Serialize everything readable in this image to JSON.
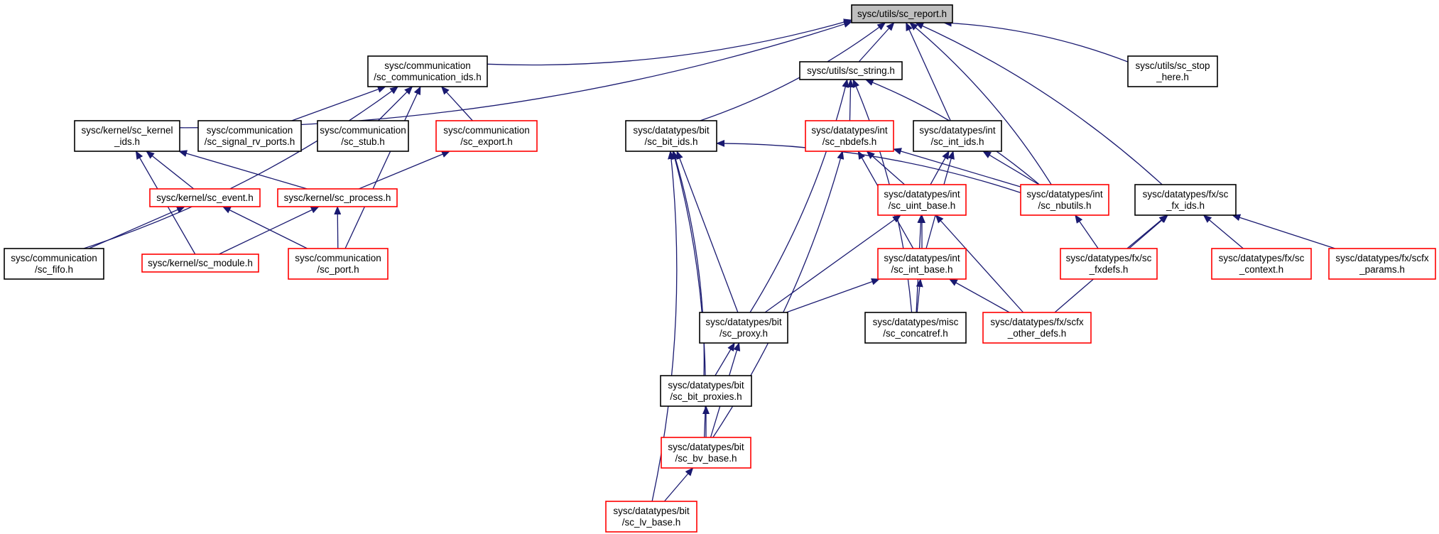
{
  "colors": {
    "root_fill": "#bfbfbf",
    "node_fill": "#ffffff",
    "border_normal": "#000000",
    "border_red": "#ff0000",
    "edge": "#191970"
  },
  "nodes": [
    {
      "id": "sc_report",
      "lines": [
        "sysc/utils/sc_report.h"
      ],
      "style": "root"
    },
    {
      "id": "sc_communication_ids",
      "lines": [
        "sysc/communication",
        "/sc_communication_ids.h"
      ],
      "style": "black"
    },
    {
      "id": "sc_string",
      "lines": [
        "sysc/utils/sc_string.h"
      ],
      "style": "black"
    },
    {
      "id": "sc_stop_here",
      "lines": [
        "sysc/utils/sc_stop",
        "_here.h"
      ],
      "style": "black"
    },
    {
      "id": "sc_kernel_ids",
      "lines": [
        "sysc/kernel/sc_kernel",
        "_ids.h"
      ],
      "style": "black"
    },
    {
      "id": "sc_signal_rv_ports",
      "lines": [
        "sysc/communication",
        "/sc_signal_rv_ports.h"
      ],
      "style": "black"
    },
    {
      "id": "sc_stub",
      "lines": [
        "sysc/communication",
        "/sc_stub.h"
      ],
      "style": "black"
    },
    {
      "id": "sc_export",
      "lines": [
        "sysc/communication",
        "/sc_export.h"
      ],
      "style": "red"
    },
    {
      "id": "sc_bit_ids",
      "lines": [
        "sysc/datatypes/bit",
        "/sc_bit_ids.h"
      ],
      "style": "black"
    },
    {
      "id": "sc_nbdefs",
      "lines": [
        "sysc/datatypes/int",
        "/sc_nbdefs.h"
      ],
      "style": "red"
    },
    {
      "id": "sc_int_ids",
      "lines": [
        "sysc/datatypes/int",
        "/sc_int_ids.h"
      ],
      "style": "black"
    },
    {
      "id": "sc_fx_ids",
      "lines": [
        "sysc/datatypes/fx/sc",
        "_fx_ids.h"
      ],
      "style": "black"
    },
    {
      "id": "sc_event",
      "lines": [
        "sysc/kernel/sc_event.h"
      ],
      "style": "red"
    },
    {
      "id": "sc_process",
      "lines": [
        "sysc/kernel/sc_process.h"
      ],
      "style": "red"
    },
    {
      "id": "sc_uint_base",
      "lines": [
        "sysc/datatypes/int",
        "/sc_uint_base.h"
      ],
      "style": "red"
    },
    {
      "id": "sc_nbutils",
      "lines": [
        "sysc/datatypes/int",
        "/sc_nbutils.h"
      ],
      "style": "red"
    },
    {
      "id": "sc_fifo",
      "lines": [
        "sysc/communication",
        "/sc_fifo.h"
      ],
      "style": "black"
    },
    {
      "id": "sc_module",
      "lines": [
        "sysc/kernel/sc_module.h"
      ],
      "style": "red"
    },
    {
      "id": "sc_port",
      "lines": [
        "sysc/communication",
        "/sc_port.h"
      ],
      "style": "red"
    },
    {
      "id": "sc_int_base",
      "lines": [
        "sysc/datatypes/int",
        "/sc_int_base.h"
      ],
      "style": "red"
    },
    {
      "id": "sc_fxdefs",
      "lines": [
        "sysc/datatypes/fx/sc",
        "_fxdefs.h"
      ],
      "style": "red"
    },
    {
      "id": "sc_context",
      "lines": [
        "sysc/datatypes/fx/sc",
        "_context.h"
      ],
      "style": "red"
    },
    {
      "id": "scfx_params",
      "lines": [
        "sysc/datatypes/fx/scfx",
        "_params.h"
      ],
      "style": "red"
    },
    {
      "id": "sc_proxy",
      "lines": [
        "sysc/datatypes/bit",
        "/sc_proxy.h"
      ],
      "style": "black"
    },
    {
      "id": "sc_concatref",
      "lines": [
        "sysc/datatypes/misc",
        "/sc_concatref.h"
      ],
      "style": "black"
    },
    {
      "id": "scfx_other_defs",
      "lines": [
        "sysc/datatypes/fx/scfx",
        "_other_defs.h"
      ],
      "style": "red"
    },
    {
      "id": "sc_bit_proxies",
      "lines": [
        "sysc/datatypes/bit",
        "/sc_bit_proxies.h"
      ],
      "style": "black"
    },
    {
      "id": "sc_bv_base",
      "lines": [
        "sysc/datatypes/bit",
        "/sc_bv_base.h"
      ],
      "style": "red"
    },
    {
      "id": "sc_lv_base",
      "lines": [
        "sysc/datatypes/bit",
        "/sc_lv_base.h"
      ],
      "style": "red"
    }
  ],
  "edges": [
    [
      "sc_communication_ids",
      "sc_report"
    ],
    [
      "sc_string",
      "sc_report"
    ],
    [
      "sc_stop_here",
      "sc_report"
    ],
    [
      "sc_kernel_ids",
      "sc_report"
    ],
    [
      "sc_bit_ids",
      "sc_report"
    ],
    [
      "sc_int_ids",
      "sc_report"
    ],
    [
      "sc_fx_ids",
      "sc_report"
    ],
    [
      "sc_nbutils",
      "sc_report"
    ],
    [
      "sc_signal_rv_ports",
      "sc_communication_ids"
    ],
    [
      "sc_stub",
      "sc_communication_ids"
    ],
    [
      "sc_export",
      "sc_communication_ids"
    ],
    [
      "sc_fifo",
      "sc_communication_ids"
    ],
    [
      "sc_port",
      "sc_communication_ids"
    ],
    [
      "sc_event",
      "sc_kernel_ids"
    ],
    [
      "sc_process",
      "sc_kernel_ids"
    ],
    [
      "sc_module",
      "sc_kernel_ids"
    ],
    [
      "sc_process",
      "sc_export"
    ],
    [
      "sc_fifo",
      "sc_event"
    ],
    [
      "sc_port",
      "sc_event"
    ],
    [
      "sc_module",
      "sc_process"
    ],
    [
      "sc_port",
      "sc_process"
    ],
    [
      "sc_nbdefs",
      "sc_string"
    ],
    [
      "sc_nbutils",
      "sc_string"
    ],
    [
      "sc_proxy",
      "sc_string"
    ],
    [
      "sc_concatref",
      "sc_string"
    ],
    [
      "sc_nbutils",
      "sc_bit_ids"
    ],
    [
      "sc_proxy",
      "sc_bit_ids"
    ],
    [
      "sc_bit_proxies",
      "sc_bit_ids"
    ],
    [
      "sc_bv_base",
      "sc_bit_ids"
    ],
    [
      "sc_lv_base",
      "sc_bit_ids"
    ],
    [
      "sc_uint_base",
      "sc_nbdefs"
    ],
    [
      "sc_nbutils",
      "sc_nbdefs"
    ],
    [
      "sc_int_base",
      "sc_nbdefs"
    ],
    [
      "sc_bv_base",
      "sc_nbdefs"
    ],
    [
      "sc_uint_base",
      "sc_int_ids"
    ],
    [
      "sc_nbutils",
      "sc_int_ids"
    ],
    [
      "sc_int_base",
      "sc_int_ids"
    ],
    [
      "sc_int_base",
      "sc_uint_base"
    ],
    [
      "sc_proxy",
      "sc_uint_base"
    ],
    [
      "sc_concatref",
      "sc_uint_base"
    ],
    [
      "scfx_other_defs",
      "sc_uint_base"
    ],
    [
      "sc_proxy",
      "sc_int_base"
    ],
    [
      "sc_concatref",
      "sc_int_base"
    ],
    [
      "scfx_other_defs",
      "sc_int_base"
    ],
    [
      "sc_fxdefs",
      "sc_nbutils"
    ],
    [
      "sc_fxdefs",
      "sc_fx_ids"
    ],
    [
      "sc_context",
      "sc_fx_ids"
    ],
    [
      "scfx_params",
      "sc_fx_ids"
    ],
    [
      "scfx_other_defs",
      "sc_fx_ids"
    ],
    [
      "sc_bit_proxies",
      "sc_proxy"
    ],
    [
      "sc_bv_base",
      "sc_proxy"
    ],
    [
      "sc_bv_base",
      "sc_bit_proxies"
    ],
    [
      "sc_lv_base",
      "sc_bv_base"
    ]
  ]
}
